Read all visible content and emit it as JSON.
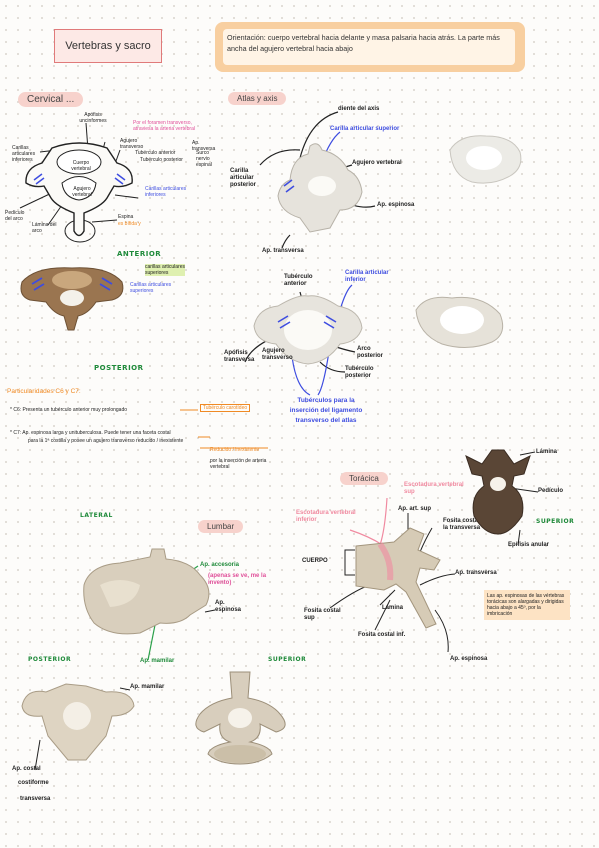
{
  "colors": {
    "title_border": "#e07a7a",
    "title_fill": "#fde9e6",
    "orient_fill": "#f8cfa0",
    "pill": "#f7d2cc",
    "green": "#1f8a3a",
    "blue": "#3e4de0",
    "orange": "#f08a24",
    "pink": "#e0509a"
  },
  "title": "Vertebras y sacro",
  "orientation": "Orientación: cuerpo vertebral hacia delante y masa palsaria hacia atrás. La parte más ancha del agujero vertebral hacia abajo",
  "cervical": {
    "pill": "Cervical ...",
    "labels": {
      "apofisis": "Apófisis uncinformes",
      "pink_note": "Por el foramen transverso, atraviesa la arteria vertebral",
      "agujero_transverso": "Agujero transverso",
      "tuberculo_anterior": "Tubérculo anterior",
      "tuberculo_posterior": "Tubérculo posterior",
      "ap_transversa": "Ap. transversa",
      "surco": "Surco nervio espinal",
      "cuerpo_vertebral": "Cuerpo vertebral",
      "carillas": "Carillas articulares inferiores",
      "agujero_vertebral": "Agujero vertebral",
      "pediculo": "Pedículo del arco",
      "lamina": "Lámina del arco",
      "espina": "Espina",
      "bifida": "es bífida y",
      "anterior": "ANTERIOR",
      "anterior_note": "carillas articulares superiores",
      "carillas_sup": "Carillas articulares superiores",
      "posterior": "POSTERIOR"
    }
  },
  "particularidades": {
    "heading": "Particularidades C6 y C7:",
    "c6": "* C6: Presenta un tubérculo anterior muy prolongado",
    "c6_box": "Tubérculo carotídeo",
    "c7_line1": "* C7: Ap. espinosa larga y unituberculosa. Puede tener una faceta costal",
    "c7_line2": "para la 1ª costilla y posee un agujero transverso reducido / inexistente",
    "c7_box1": "Reducido / inexistente",
    "c7_box2": "por la inserción de arteria vertebral"
  },
  "atlas": {
    "pill": "Atlas y axis",
    "diente": "diente del axis",
    "carilla_sup": "Carilla articular superior",
    "carilla_post": "Carilla articular posterior",
    "agujero_vertebral": "Agujero vertebral",
    "ap_espinosa": "Ap. espinosa",
    "ap_transversa": "Ap. transversa",
    "tuberculo_ant": "Tubérculo anterior",
    "carilla_inf": "Carilla articular inferior",
    "agujero_transverso": "Agujero transverso",
    "apofisis_transversa": "Apófisis transversa",
    "arco_posterior": "Arco posterior",
    "tuberculo_post": "Tubérculo posterior",
    "tuberculos_note": "Tubérculos para la inserción del ligamento transverso del atlas"
  },
  "lumbar": {
    "pill": "Lumbar",
    "lateral": "LATERAL",
    "ap_accesoria": "Ap. accesoria",
    "accesoria_note": "(apenas se ve, me la invento)",
    "ap_espinosa": "Ap. espinosa",
    "ap_mamilar_green": "Ap. mamilar",
    "posterior": "POSTERIOR",
    "superior": "SUPERIOR",
    "ap_mamilar": "Ap. mamilar",
    "ap_costal": "Ap. costal",
    "costiforme": "costiforme",
    "transversa": "transversa"
  },
  "toracica": {
    "pill": "Torácica",
    "escotadura_sup": "Escotadura vertebral sup",
    "escotadura_inf": "Escotadura vertebral inferior",
    "ap_art_sup": "Ap. art. sup",
    "fosita_transversa": "Fosita costal de la transversa",
    "cuerpo": "CUERPO",
    "ap_transversa": "Ap. transversa",
    "fosita_sup": "Fosita costal sup",
    "lamina": "Lámina",
    "fosita_inf": "Fosita costal inf.",
    "ap_espinosa": "Ap. espinosa",
    "note": "Las ap. espinosas de las vértebras torácicas son alargadas y dirigidas hacia abajo a 45º, por la imbricación",
    "lamina_r": "Lámina",
    "pediculo": "Pedículo",
    "superior": "SUPERIOR",
    "epifisis": "Epífisis anular"
  }
}
